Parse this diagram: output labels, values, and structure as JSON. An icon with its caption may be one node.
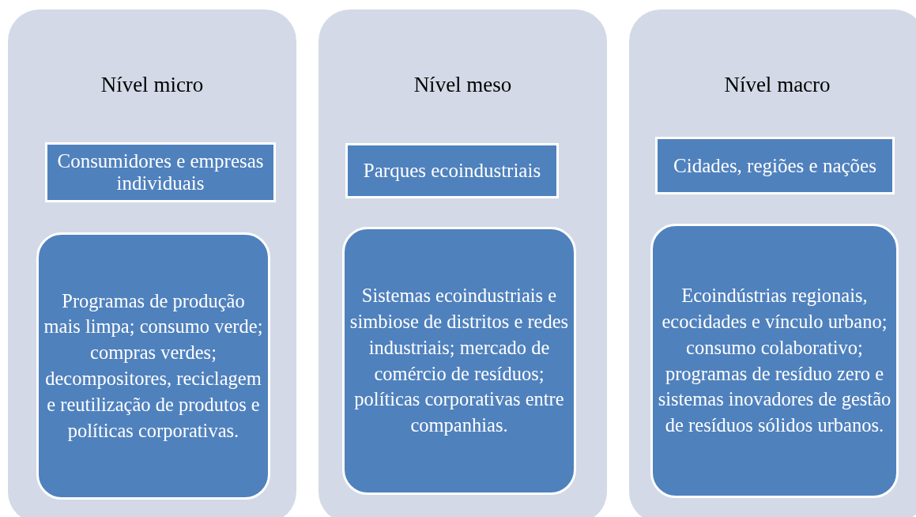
{
  "diagram": {
    "nodes": [
      {
        "text": [
          "Nível micro"
        ]
      },
      {
        "text": [
          "Consumidores e empresas individuais"
        ],
        "in": 0
      },
      {
        "text": [
          "Programas de produção mais limpa; consumo verde; compras verdes; decompositores, reciclagem e reutilização de produtos e políticas corporativas."
        ],
        "in": 0
      },
      {
        "text": [
          "Nível meso"
        ]
      },
      {
        "text": [
          "Parques ecoindustriais"
        ],
        "in": 3
      },
      {
        "text": [
          "Sistemas ecoindustriais e simbiose de distritos e redes industriais; mercado de comércio de resíduos; políticas corporativas entre companhias."
        ],
        "in": 3
      },
      {
        "text": [
          "Nível macro"
        ]
      },
      {
        "text": [
          "Cidades, regiões e nações"
        ],
        "in": 6
      },
      {
        "text": [
          "Ecoindústrias regionais, ecocidades e vínculo urbano; consumo colaborativo; programas de resíduo zero e sistemas inovadores de gestão de resíduos sólidos urbanos."
        ],
        "in": 6
      }
    ]
  }
}
